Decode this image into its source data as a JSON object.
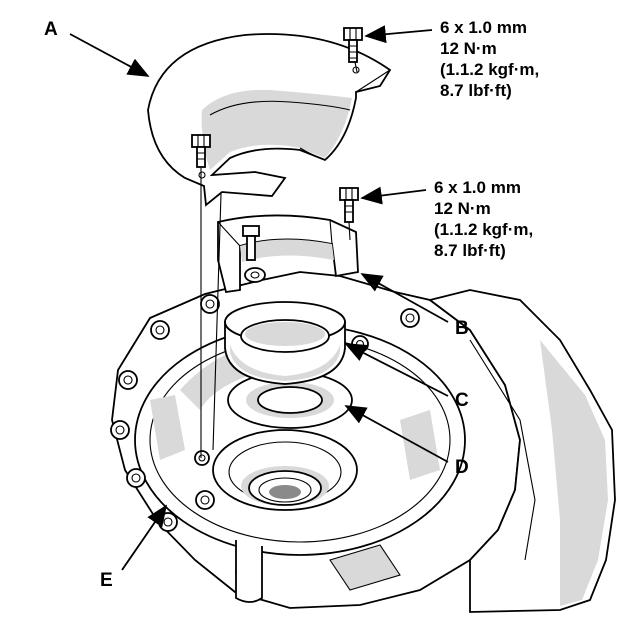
{
  "callouts": {
    "a": "A",
    "b": "B",
    "c": "C",
    "d": "D",
    "e": "E"
  },
  "bolt_spec_upper": {
    "size": "6 x 1.0 mm",
    "torque_nm": "12 N·m",
    "torque_kgf": "(1.1.2 kgf·m,",
    "torque_lbf": "8.7 lbf·ft)"
  },
  "bolt_spec_lower": {
    "size": "6 x 1.0 mm",
    "torque_nm": "12 N·m",
    "torque_kgf": "(1.1.2 kgf·m,",
    "torque_lbf": "8.7 lbf·ft)"
  }
}
